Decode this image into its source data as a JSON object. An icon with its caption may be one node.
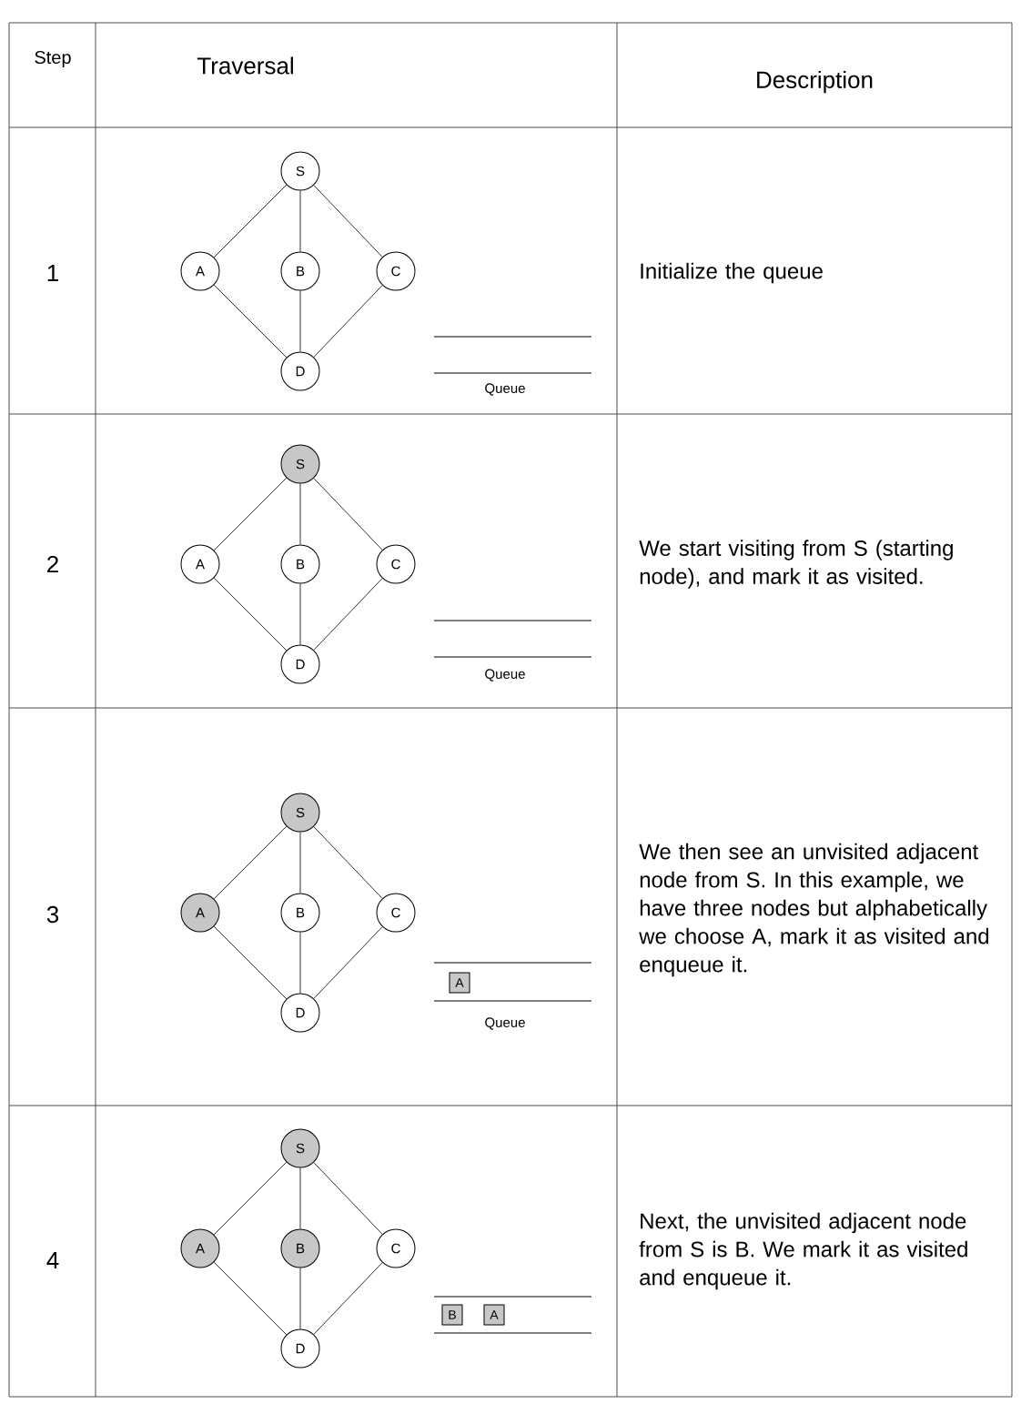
{
  "diagram": {
    "nodes": [
      {
        "text": [
          "S"
        ]
      },
      {
        "text": [
          "A"
        ]
      },
      {
        "text": [
          "B"
        ]
      },
      {
        "text": [
          "C"
        ]
      },
      {
        "text": [
          "D"
        ]
      },
      {
        "text": [
          "S"
        ]
      },
      {
        "text": [
          "A"
        ]
      },
      {
        "text": [
          "B"
        ]
      },
      {
        "text": [
          "C"
        ]
      },
      {
        "text": [
          "D"
        ]
      },
      {
        "text": [
          "S"
        ]
      },
      {
        "text": [
          "A"
        ]
      },
      {
        "text": [
          "B"
        ]
      },
      {
        "text": [
          "C"
        ]
      },
      {
        "text": [
          "D"
        ]
      },
      {
        "text": [
          "S"
        ]
      },
      {
        "text": [
          "A"
        ]
      },
      {
        "text": [
          "B"
        ]
      },
      {
        "text": [
          "C"
        ]
      },
      {
        "text": [
          "D"
        ]
      },
      {
        "text": [
          "A"
        ]
      },
      {
        "text": [
          "B"
        ]
      },
      {
        "text": [
          "A"
        ]
      }
    ],
    "edges": [
      {
        "from": 0,
        "to": 1,
        "arrow": "none"
      },
      {
        "from": 0,
        "to": 2,
        "arrow": "none"
      },
      {
        "from": 0,
        "to": 3,
        "arrow": "none"
      },
      {
        "from": 1,
        "to": 4,
        "arrow": "none"
      },
      {
        "from": 2,
        "to": 4,
        "arrow": "none"
      },
      {
        "from": 3,
        "to": 4,
        "arrow": "none"
      },
      {
        "from": 5,
        "to": 6,
        "arrow": "none"
      },
      {
        "from": 5,
        "to": 7,
        "arrow": "none"
      },
      {
        "from": 5,
        "to": 8,
        "arrow": "none"
      },
      {
        "from": 6,
        "to": 9,
        "arrow": "none"
      },
      {
        "from": 7,
        "to": 9,
        "arrow": "none"
      },
      {
        "from": 8,
        "to": 9,
        "arrow": "none"
      },
      {
        "from": 10,
        "to": 11,
        "arrow": "none"
      },
      {
        "from": 10,
        "to": 12,
        "arrow": "none"
      },
      {
        "from": 10,
        "to": 13,
        "arrow": "none"
      },
      {
        "from": 11,
        "to": 14,
        "arrow": "none"
      },
      {
        "from": 12,
        "to": 14,
        "arrow": "none"
      },
      {
        "from": 13,
        "to": 14,
        "arrow": "none"
      },
      {
        "from": 15,
        "to": 16,
        "arrow": "none"
      },
      {
        "from": 15,
        "to": 17,
        "arrow": "none"
      },
      {
        "from": 15,
        "to": 18,
        "arrow": "none"
      },
      {
        "from": 16,
        "to": 19,
        "arrow": "none"
      },
      {
        "from": 17,
        "to": 19,
        "arrow": "none"
      },
      {
        "from": 18,
        "to": 19,
        "arrow": "none"
      }
    ],
    "labels": [
      "Step",
      "Traversal",
      "Description",
      "1",
      "Queue",
      "Initialize the queue",
      "2",
      "Queue",
      "We start visiting from S (starting node), and mark it as visited.",
      "3",
      "Queue",
      "We then see an unvisited adjacent node from S. In this example, we have three nodes but alphabetically we choose A, mark it as visited and enqueue it.",
      "4",
      "Next, the unvisited adjacent node from S is B. We mark it as visited and enqueue it."
    ]
  }
}
